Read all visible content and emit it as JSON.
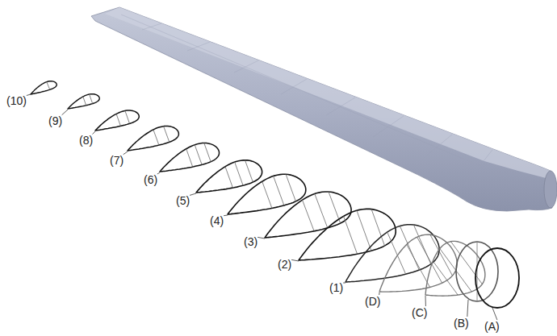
{
  "diagram": {
    "labels": [
      "(10)",
      "(9)",
      "(8)",
      "(7)",
      "(6)",
      "(5)",
      "(4)",
      "(3)",
      "(2)",
      "(1)",
      "(D)",
      "(C)",
      "(B)",
      "(A)"
    ]
  }
}
